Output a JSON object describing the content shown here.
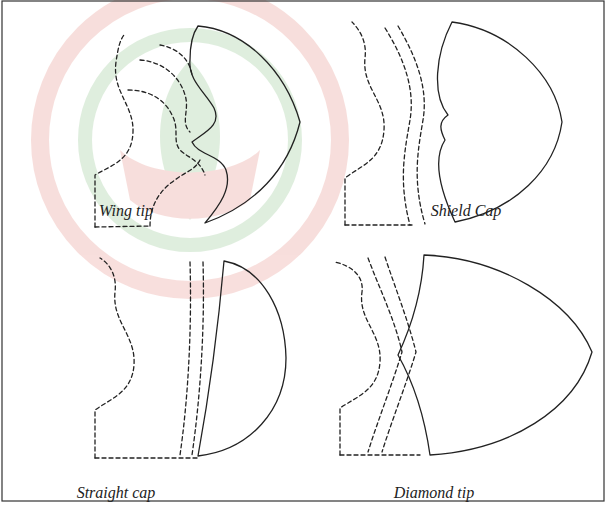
{
  "diagram": {
    "labels": [
      "Wing tip",
      "Shield Cap",
      "Straight cap",
      "Diamond tip"
    ]
  }
}
